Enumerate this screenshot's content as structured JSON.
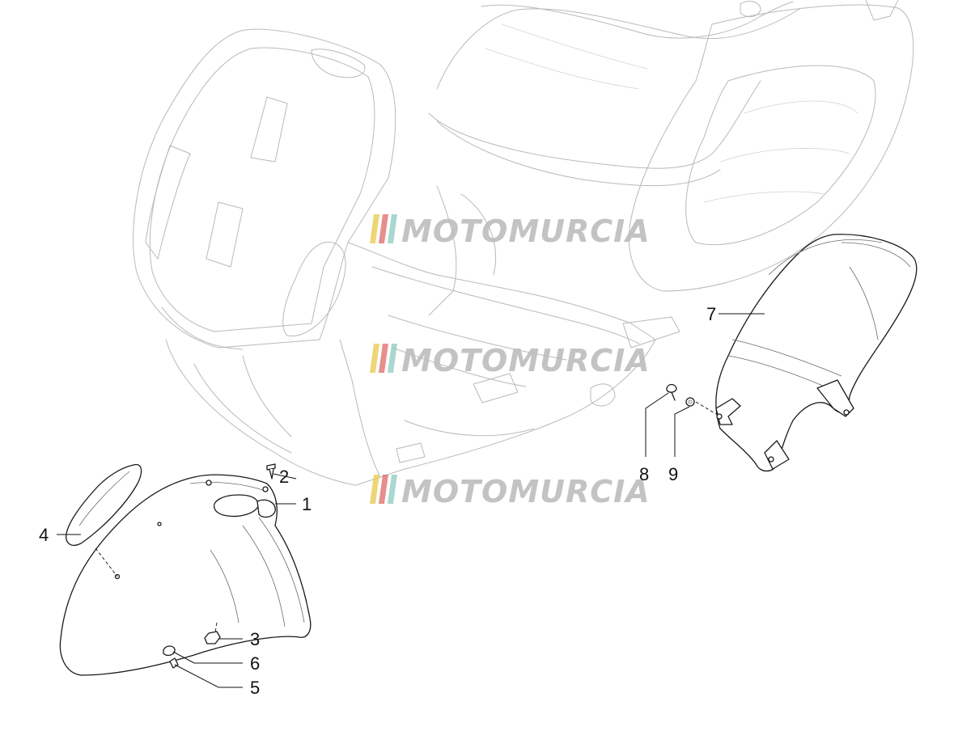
{
  "callouts": {
    "c1": "1",
    "c2": "2",
    "c3": "3",
    "c4": "4",
    "c5": "5",
    "c6": "6",
    "c7": "7",
    "c8": "8",
    "c9": "9"
  },
  "watermark": {
    "text": "MOTOMURCIA",
    "stripe_colors": [
      "#e8c84a",
      "#d9534f",
      "#8ec9c0"
    ],
    "text_color": "#bdbdbd"
  },
  "colors": {
    "part_outline": "#1a1a1a",
    "ghost_outline": "#b9b9b9"
  }
}
